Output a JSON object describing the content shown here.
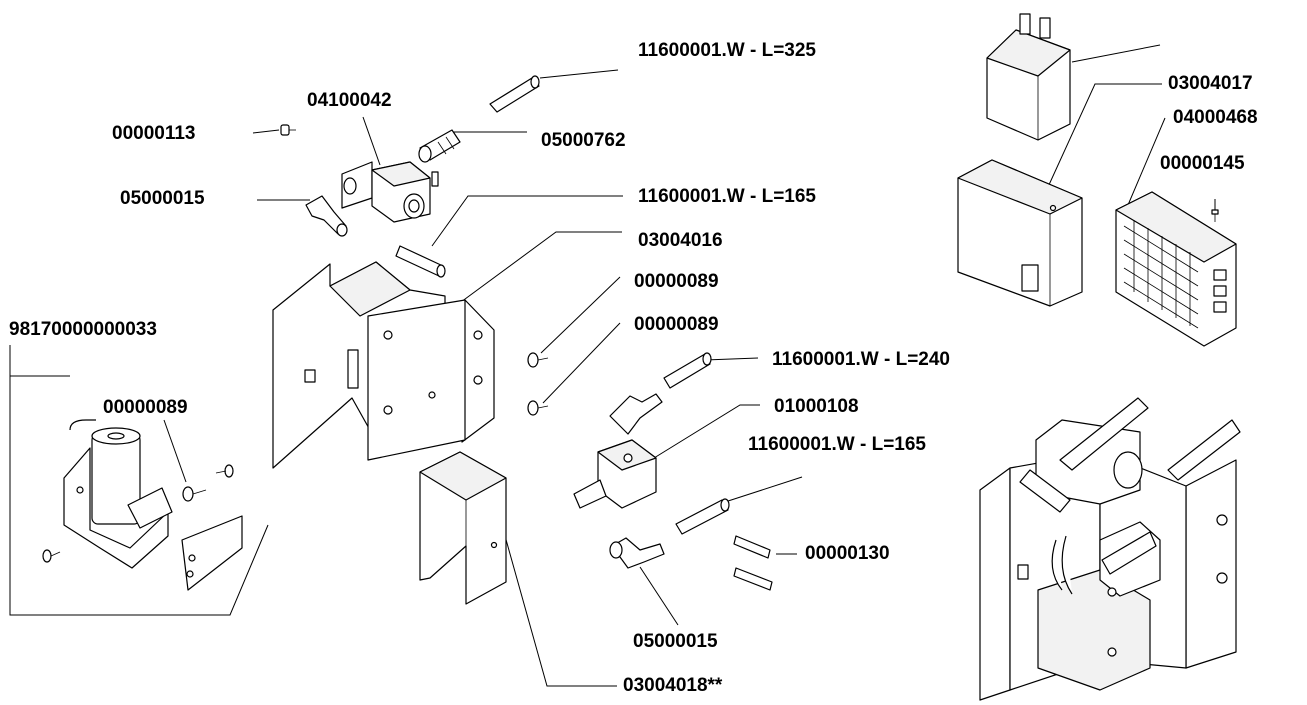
{
  "labels": {
    "hose_l325": "11600001.W - L=325",
    "valve_04100042": "04100042",
    "screw_00000113": "00000113",
    "fitting_05000762": "05000762",
    "elbow_05000015_top": "05000015",
    "hose_l165_top": "11600001.W - L=165",
    "bracket_03004016": "03004016",
    "screw_00000089_a": "00000089",
    "screw_00000089_b": "00000089",
    "assembly_98170000000033": "98170000000033",
    "screw_00000089_c": "00000089",
    "hose_l240": "11600001.W - L=240",
    "block_01000108": "01000108",
    "hose_l165_bottom": "11600001.W - L=165",
    "screw_00000130": "00000130",
    "elbow_05000015_bottom": "05000015",
    "cover_03004018": "03004018**",
    "cover_03004017": "03004017",
    "grid_04000468": "04000468",
    "screw_00000145": "00000145"
  }
}
